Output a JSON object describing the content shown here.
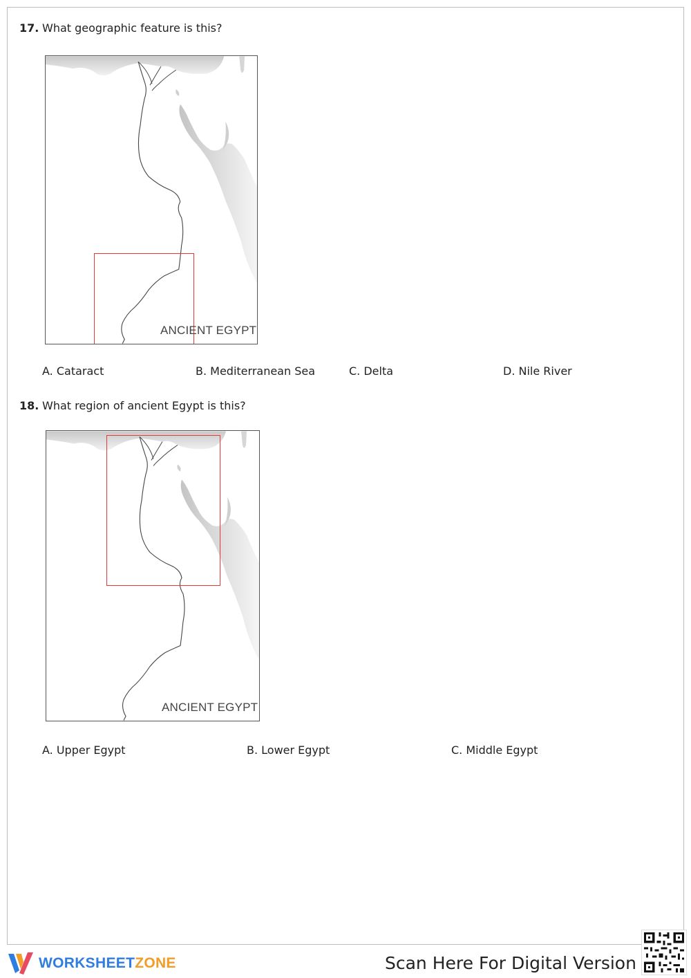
{
  "questions": [
    {
      "number": "17.",
      "text": "What geographic feature is this?",
      "map_label": "ANCIENT EGYPT",
      "options": [
        "A. Cataract",
        "B. Mediterranean Sea",
        "C. Delta",
        "D. Nile River"
      ]
    },
    {
      "number": "18.",
      "text": "What region of ancient Egypt is this?",
      "map_label": "ANCIENT EGYPT",
      "options": [
        "A. Upper Egypt",
        "B. Lower Egypt",
        "C. Middle Egypt"
      ]
    }
  ],
  "footer": {
    "brand_part1": "WORKSHEET",
    "brand_part2": "ZONE",
    "scan_text": "Scan Here For Digital Version"
  },
  "colors": {
    "highlight": "#e53935",
    "brand_blue": "#2f7de1",
    "brand_orange": "#f39c28"
  }
}
